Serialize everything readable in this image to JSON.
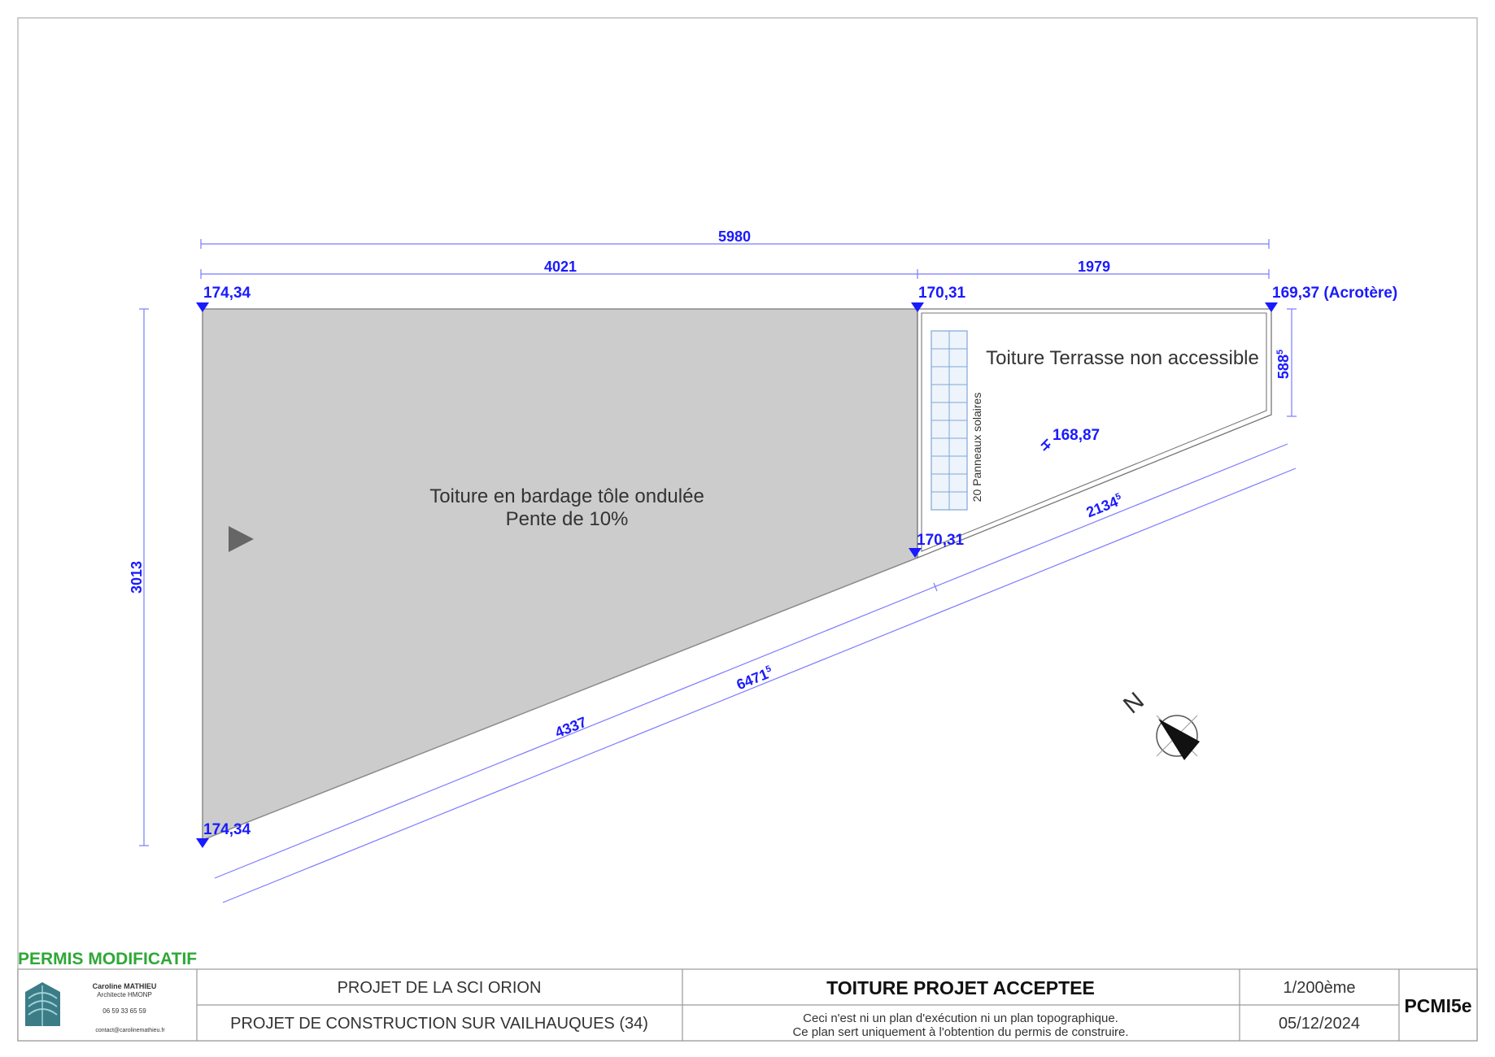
{
  "dimensions": {
    "total_width": "5980",
    "left_width": "4021",
    "right_width": "1979",
    "height": "3013",
    "right_short": "588",
    "right_short_sup": "5",
    "diag_left": "4337",
    "diag_right": "2134",
    "diag_right_sup": "5",
    "diag_total": "6471",
    "diag_total_sup": "5"
  },
  "levels": {
    "top_left": "174,34",
    "top_middle": "170,31",
    "top_right": "169,37 (Acrotère)",
    "bottom_left": "174,34",
    "middle_bottom": "170,31",
    "drain": "168,87"
  },
  "labels": {
    "sheet_roof_line1": "Toiture en bardage tôle ondulée",
    "sheet_roof_line2": "Pente de 10%",
    "terrace": "Toiture Terrasse non accessible",
    "solar": "20 Panneaux solaires",
    "north": "N",
    "permis": "PERMIS MODIFICATIF"
  },
  "title_block": {
    "architect_name": "Caroline MATHIEU",
    "architect_title": "Architecte HMONP",
    "architect_phone": "06 59 33 65 59",
    "architect_email": "contact@carolinemathieu.fr",
    "project_name": "PROJET DE LA SCI ORION",
    "project_desc": "PROJET DE CONSTRUCTION SUR VAILHAUQUES (34)",
    "drawing_title": "TOITURE PROJET ACCEPTEE",
    "disclaimer_line1": "Ceci n'est ni un plan d'exécution ni un plan topographique.",
    "disclaimer_line2": "Ce plan sert uniquement à l'obtention du permis de construire.",
    "scale": "1/200ème",
    "date": "05/12/2024",
    "sheet_code": "PCMI5e"
  },
  "colors": {
    "dimension": "#1a1aff",
    "sheet_roof_fill": "#cccccc",
    "permis_text": "#2ea836"
  }
}
